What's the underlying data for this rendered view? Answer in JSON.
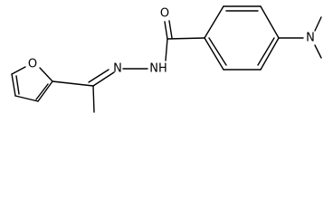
{
  "molecule": {
    "atoms": {
      "carbonyl_oxygen": "O",
      "furan_oxygen": "O",
      "hydrazone_nitrogen": "N",
      "amide_nh": "NH",
      "dimethylamino_nitrogen": "N"
    }
  },
  "colors": {
    "bond": "#000000",
    "label": "#000000",
    "background": "#ffffff"
  }
}
